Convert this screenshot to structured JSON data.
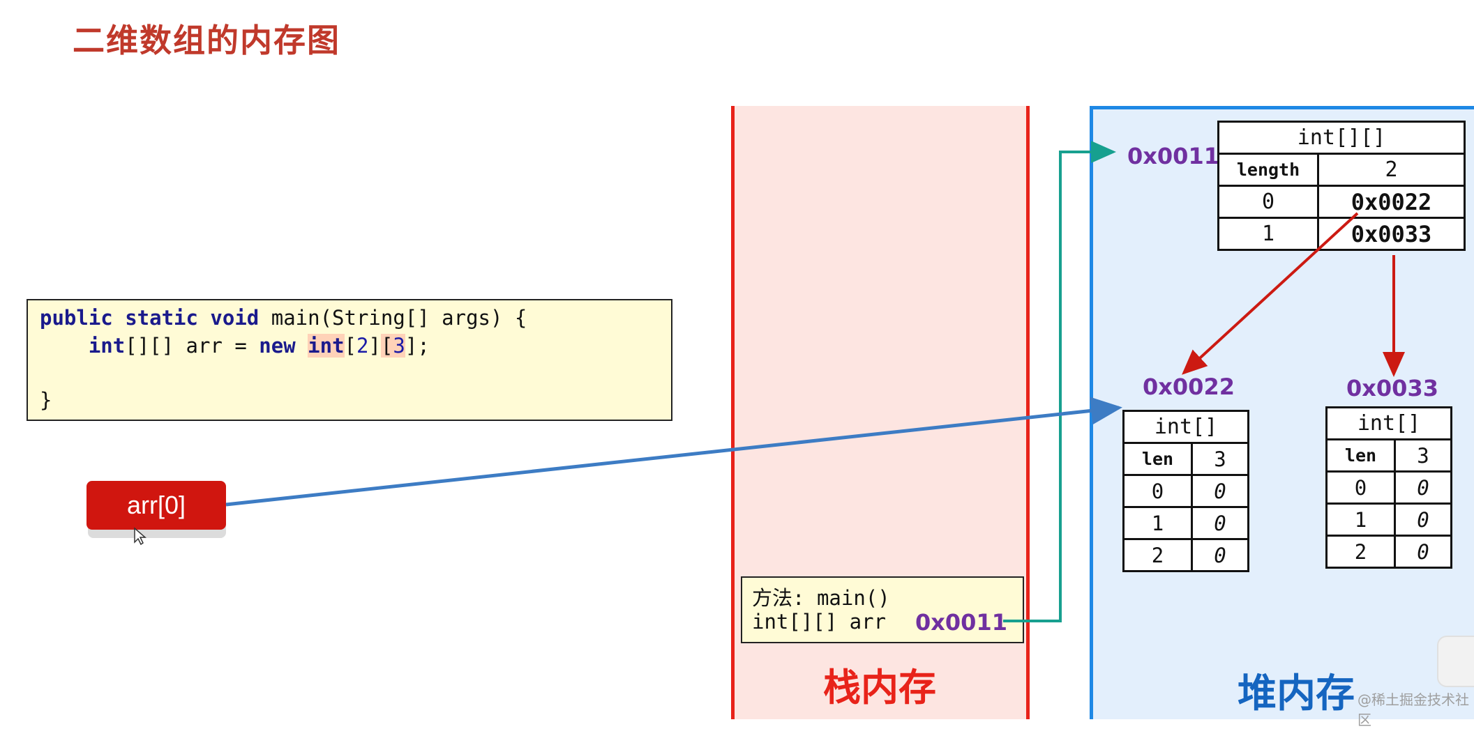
{
  "title": "二维数组的内存图",
  "code": {
    "line1": {
      "kw": "public static void",
      "rest": " main(String[] args) {"
    },
    "line2": {
      "kw1": "int",
      "brackets": "[][] arr = ",
      "kw2": "new",
      "space": " ",
      "kw3": "int",
      "b1o": "[",
      "d1": "2",
      "b1c": "]",
      "b2o": "[",
      "d2": "3",
      "b2c": "];"
    },
    "line4": "}"
  },
  "callout": {
    "label": "arr[0]"
  },
  "stack": {
    "label": "栈内存",
    "frame": {
      "method_label": "方法",
      "method_sep": ": ",
      "method_name": "main()",
      "var": "int[][] arr",
      "value": "0x0011"
    }
  },
  "heap": {
    "label": "堆内存",
    "outer": {
      "addr": "0x0011",
      "type": "int[][]",
      "length_label": "length",
      "length": "2",
      "rows": [
        {
          "idx": "0",
          "val": "0x0022"
        },
        {
          "idx": "1",
          "val": "0x0033"
        }
      ]
    },
    "inner": [
      {
        "addr": "0x0022",
        "type": "int[]",
        "len_label": "len",
        "len": "3",
        "rows": [
          {
            "idx": "0",
            "val": "0"
          },
          {
            "idx": "1",
            "val": "0"
          },
          {
            "idx": "2",
            "val": "0"
          }
        ]
      },
      {
        "addr": "0x0033",
        "type": "int[]",
        "len_label": "len",
        "len": "3",
        "rows": [
          {
            "idx": "0",
            "val": "0"
          },
          {
            "idx": "1",
            "val": "0"
          },
          {
            "idx": "2",
            "val": "0"
          }
        ]
      }
    ]
  },
  "colors": {
    "title": "#c0392b",
    "stack_border": "#e8231a",
    "heap_border": "#1e88e5",
    "address": "#7030a0",
    "arrow_ref": "#cc1a12",
    "arrow_stack": "#17a08f",
    "arrow_callout": "#3d7cc4"
  },
  "watermark": "@稀土掘金技术社区"
}
